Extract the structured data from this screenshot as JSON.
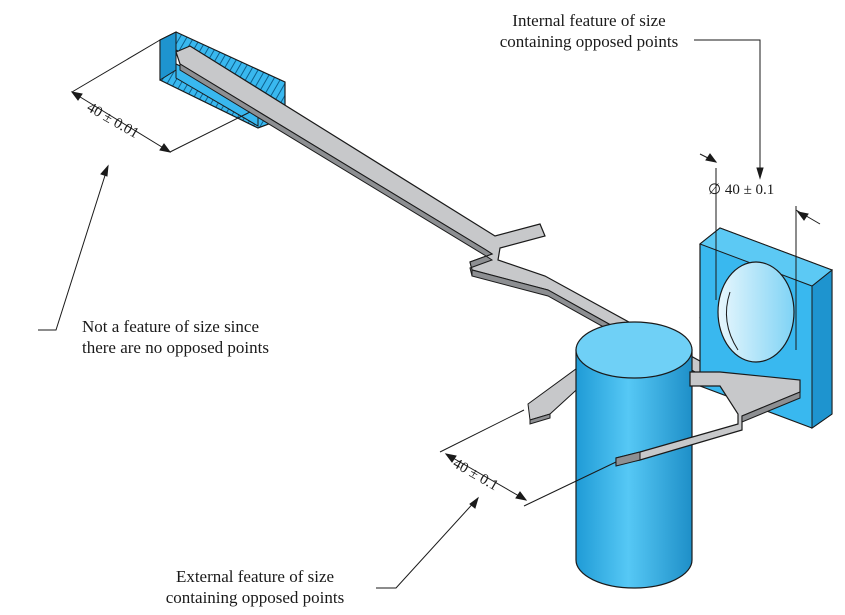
{
  "callouts": {
    "internal": {
      "line1": "Internal feature of size",
      "line2": "containing opposed points"
    },
    "not_feature": {
      "line1": "Not a feature of size since",
      "line2": "there are no opposed points"
    },
    "external": {
      "line1": "External feature of size",
      "line2": "containing opposed points"
    }
  },
  "dimensions": {
    "slot_width": "40 ± 0.01",
    "hole_diameter": "∅ 40 ± 0.1",
    "cylinder_diameter": "40 ± 0.1"
  },
  "colors": {
    "part_fill": "#39b8ef",
    "part_dark": "#1e94cf",
    "caliper_top": "#c7c8ca",
    "caliper_side": "#8d8f92",
    "line": "#1a1a1a"
  }
}
